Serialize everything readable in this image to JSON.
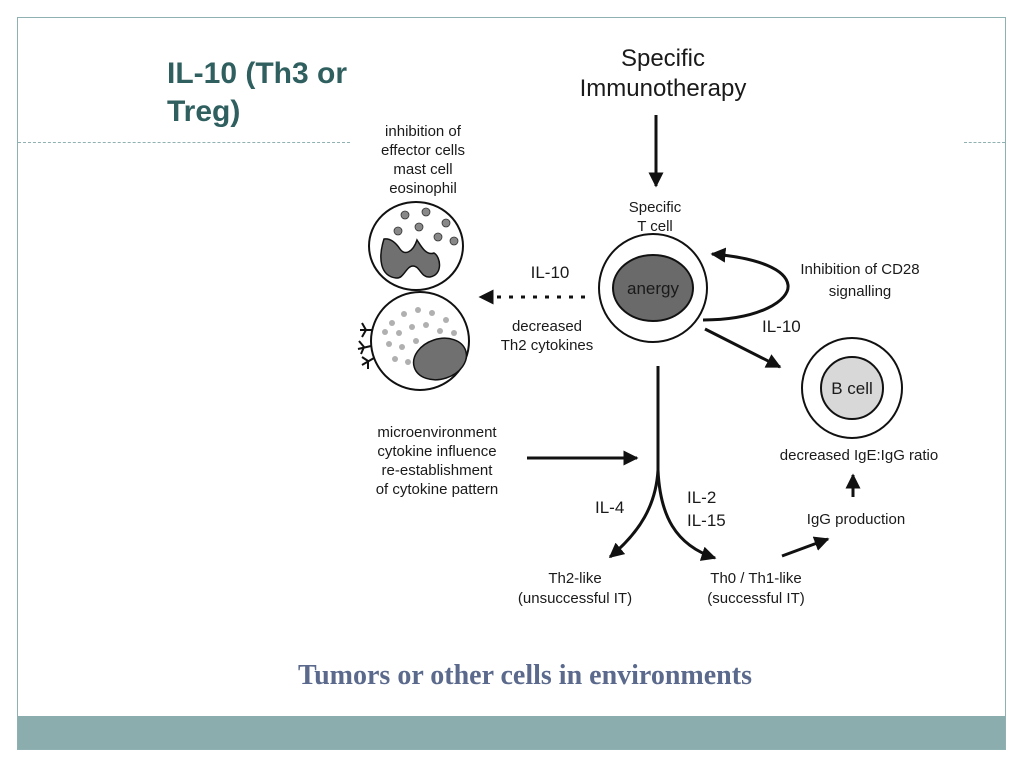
{
  "slide": {
    "title": "IL-10 (Th3 or Treg)",
    "caption": "Tumors or other cells in environments"
  },
  "diagram": {
    "top_label": [
      "Specific",
      "Immunotherapy"
    ],
    "t_cell_label": [
      "Specific",
      "T cell"
    ],
    "t_cell_state": "anergy",
    "effector_label": [
      "inhibition of",
      "effector cells",
      "mast cell",
      "eosinophil"
    ],
    "il10_left": "IL-10",
    "th2_decrease": [
      "decreased",
      "Th2 cytokines"
    ],
    "cd28_label": [
      "Inhibition of CD28",
      "signalling"
    ],
    "il10_right": "IL-10",
    "b_cell": "B cell",
    "ige_ratio": "decreased IgE:IgG ratio",
    "micro_label": [
      "microenvironment",
      "cytokine influence",
      "re-establishment",
      "of cytokine pattern"
    ],
    "il4": "IL-4",
    "il2": "IL-2",
    "il15": "IL-15",
    "igg_production": "IgG production",
    "th2_like": [
      "Th2-like",
      "(unsuccessful IT)"
    ],
    "th0_like": [
      "Th0 / Th1-like",
      "(successful IT)"
    ]
  },
  "colors": {
    "frame": "#8fb1b1",
    "footer": "#8cadad",
    "title": "#2f5f5f",
    "caption": "#5b6a8c"
  }
}
